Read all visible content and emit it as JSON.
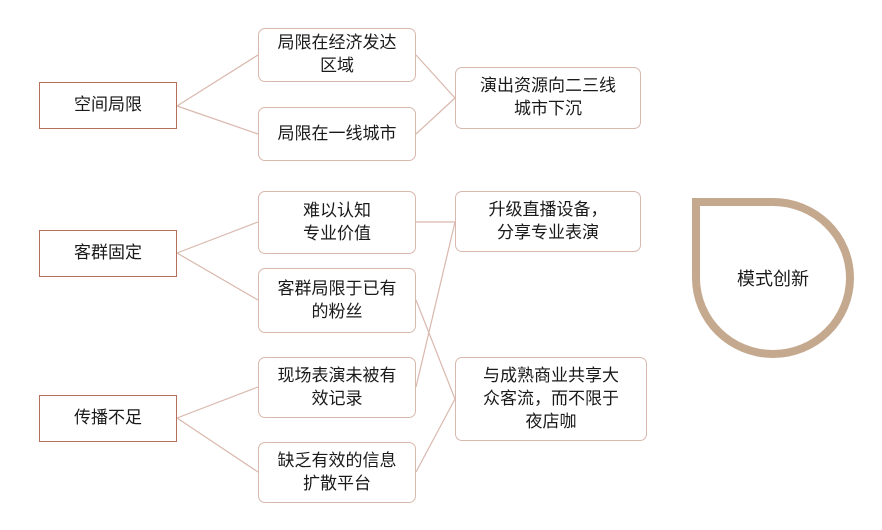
{
  "diagram": {
    "roots": [
      {
        "id": "r1",
        "label": "空间局限"
      },
      {
        "id": "r2",
        "label": "客群固定"
      },
      {
        "id": "r3",
        "label": "传播不足"
      }
    ],
    "problems": [
      {
        "id": "p1",
        "label": "局限在经济发达\n区域",
        "root": "r1"
      },
      {
        "id": "p2",
        "label": "局限在一线城市",
        "root": "r1"
      },
      {
        "id": "p3",
        "label": "难以认知\n专业价值",
        "root": "r2"
      },
      {
        "id": "p4",
        "label": "客群局限于已有\n的粉丝",
        "root": "r2"
      },
      {
        "id": "p5",
        "label": "现场表演未被有\n效记录",
        "root": "r3"
      },
      {
        "id": "p6",
        "label": "缺乏有效的信息\n扩散平台",
        "root": "r3"
      }
    ],
    "solutions": [
      {
        "id": "s1",
        "label": "演出资源向二三线\n城市下沉",
        "from": [
          "p1",
          "p2"
        ]
      },
      {
        "id": "s2",
        "label": "升级直播设备，\n分享专业表演",
        "from": [
          "p3",
          "p5"
        ]
      },
      {
        "id": "s3",
        "label": "与成熟商业共享大\n众客流，而不限于\n夜店咖",
        "from": [
          "p4",
          "p6"
        ]
      }
    ],
    "center": {
      "label": "模式创新"
    },
    "colors": {
      "root_border": "#b4705b",
      "box_border": "#d9b8ad",
      "line": "#d9b8ad",
      "drop_border": "#c5a98f"
    }
  }
}
